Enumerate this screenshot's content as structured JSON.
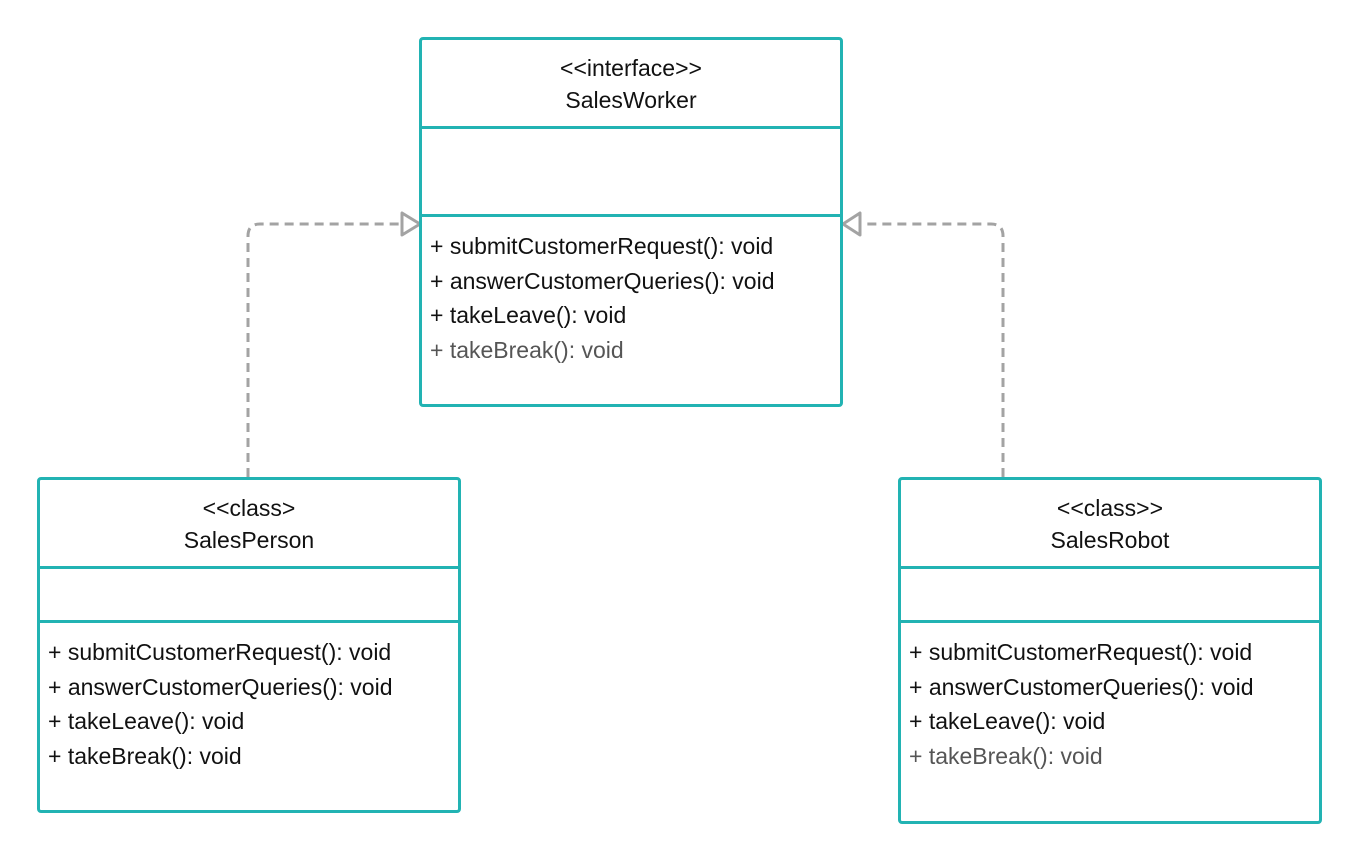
{
  "diagram": {
    "type": "uml-class-diagram",
    "colors": {
      "box_border": "#22b3b3",
      "connector": "#a3a3a3",
      "text": "#111111",
      "muted_text": "#555555"
    },
    "interface": {
      "stereotype": "<<interface>>",
      "name": "SalesWorker",
      "methods": [
        {
          "text": "+ submitCustomerRequest(): void",
          "muted": false
        },
        {
          "text": "+ answerCustomerQueries(): void",
          "muted": false
        },
        {
          "text": "+ takeLeave(): void",
          "muted": false
        },
        {
          "text": "+ takeBreak(): void",
          "muted": true
        }
      ]
    },
    "sales_person": {
      "stereotype": "<<class>",
      "name": "SalesPerson",
      "methods": [
        {
          "text": "+ submitCustomerRequest(): void",
          "muted": false
        },
        {
          "text": "+ answerCustomerQueries(): void",
          "muted": false
        },
        {
          "text": "+ takeLeave(): void",
          "muted": false
        },
        {
          "text": "+ takeBreak(): void",
          "muted": false
        }
      ]
    },
    "sales_robot": {
      "stereotype": "<<class>>",
      "name": "SalesRobot",
      "methods": [
        {
          "text": "+ submitCustomerRequest(): void",
          "muted": false
        },
        {
          "text": "+ answerCustomerQueries(): void",
          "muted": false
        },
        {
          "text": "+ takeLeave(): void",
          "muted": false
        },
        {
          "text": "+ takeBreak(): void",
          "muted": true
        }
      ]
    },
    "relations": [
      {
        "type": "realization",
        "from": "SalesPerson",
        "to": "SalesWorker"
      },
      {
        "type": "realization",
        "from": "SalesRobot",
        "to": "SalesWorker"
      }
    ]
  }
}
